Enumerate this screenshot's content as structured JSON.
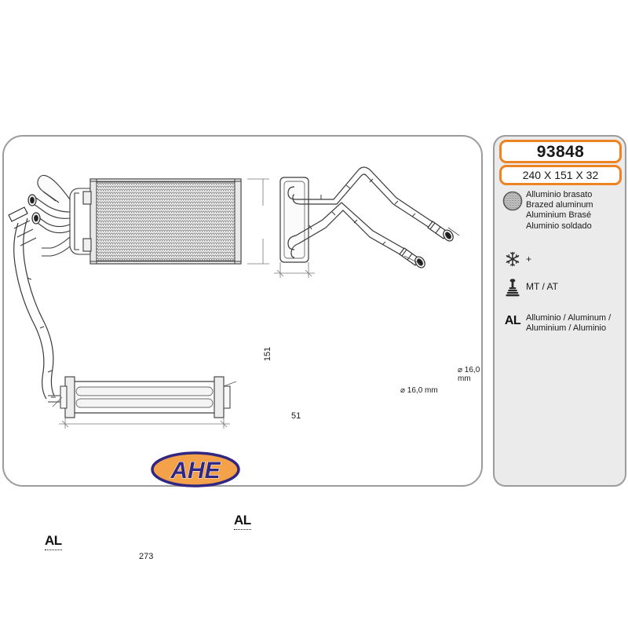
{
  "product": {
    "code": "93848",
    "dimensions": "240 X 151 X 32"
  },
  "specs": [
    {
      "icon": "brazed-core-icon",
      "text": "Alluminio brasato\nBrazed aluminum\nAluminium Brasé\nAluminio soldado"
    },
    {
      "icon": "snowflake-icon",
      "text": "+"
    },
    {
      "icon": "gear-shift-icon",
      "text": "MT / AT"
    },
    {
      "icon": "al-badge",
      "badge": "AL",
      "text": "Alluminio  / Aluminum /\nAluminium / Aluminio"
    }
  ],
  "drawing": {
    "logo_text": "AHE",
    "logo_colors": {
      "ellipse_fill": "#F4A24A",
      "ellipse_border": "#312783",
      "letters": "#312783"
    },
    "dimensions": {
      "height": "151",
      "depth": "51",
      "width": "273",
      "pipe_diameter_top": "⌀ 16,0 mm",
      "pipe_diameter_bottom": "⌀ 16,0 mm"
    },
    "material_callout_left": "AL",
    "material_callout_right": "AL"
  },
  "colors": {
    "accent_orange": "#ED8322",
    "panel_border": "#9C9C9C",
    "spec_panel_bg": "#EBEBEB"
  }
}
